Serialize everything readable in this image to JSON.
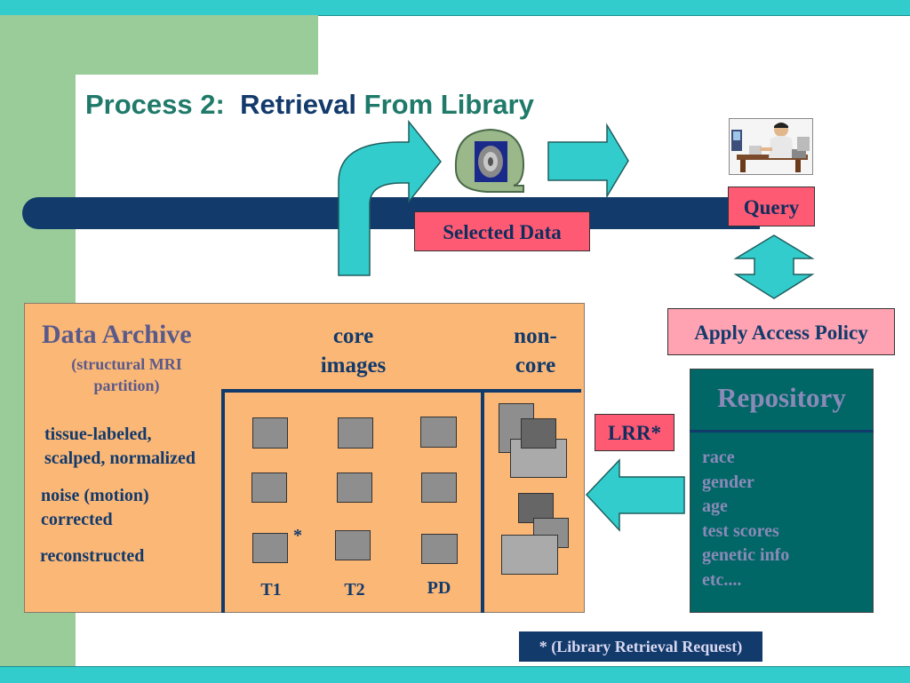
{
  "title": {
    "part1": "Process 2:",
    "part2": "Retrieval",
    "part3": "From Library"
  },
  "labels": {
    "selected_data": "Selected Data",
    "query": "Query",
    "apply_access_policy": "Apply Access Policy",
    "lrr": "LRR*"
  },
  "archive": {
    "title": "Data Archive",
    "subtitle_line1": "(structural MRI",
    "subtitle_line2": "partition)",
    "core_line1": "core",
    "core_line2": "images",
    "noncore_line1": "non-",
    "noncore_line2": "core",
    "rows": [
      {
        "line1": "tissue-labeled,",
        "line2": "scalped, normalized"
      },
      {
        "line1": "noise (motion)",
        "line2": "corrected"
      },
      {
        "line1": "reconstructed"
      }
    ],
    "columns": [
      "T1",
      "T2",
      "PD"
    ],
    "star": "*"
  },
  "repository": {
    "title": "Repository",
    "items": [
      "race",
      "gender",
      "age",
      "test scores",
      "genetic info",
      "etc...."
    ]
  },
  "footnote": "* (Library Retrieval Request)",
  "colors": {
    "teal": "#33cccc",
    "navy": "#123a6b",
    "archive_bg": "#fbb776",
    "repository_bg": "#006666",
    "label_pink": "#ff5a73"
  }
}
